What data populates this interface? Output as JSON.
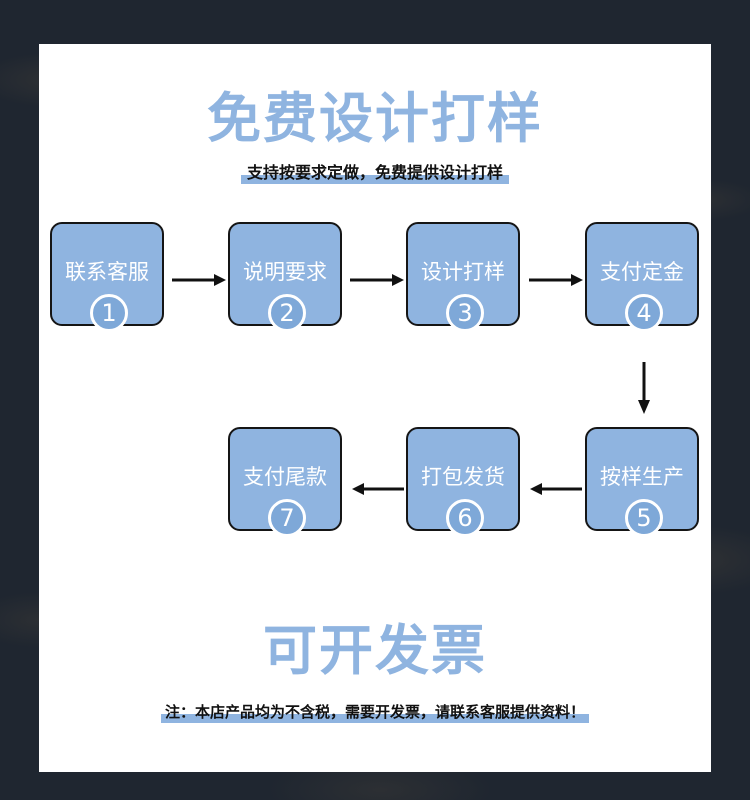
{
  "title": "免费设计打样",
  "subtitle": "支持按要求定做，免费提供设计打样",
  "steps": [
    {
      "label": "联系客服",
      "num": "1"
    },
    {
      "label": "说明要求",
      "num": "2"
    },
    {
      "label": "设计打样",
      "num": "3"
    },
    {
      "label": "支付定金",
      "num": "4"
    },
    {
      "label": "按样生产",
      "num": "5"
    },
    {
      "label": "打包发货",
      "num": "6"
    },
    {
      "label": "支付尾款",
      "num": "7"
    }
  ],
  "invoice_title": "可开发票",
  "note": "注：本店产品均为不含税，需要开发票，请联系客服提供资料！",
  "colors": {
    "accent": "#8fb4e0",
    "background": "#1f2630",
    "text": "#111111"
  }
}
